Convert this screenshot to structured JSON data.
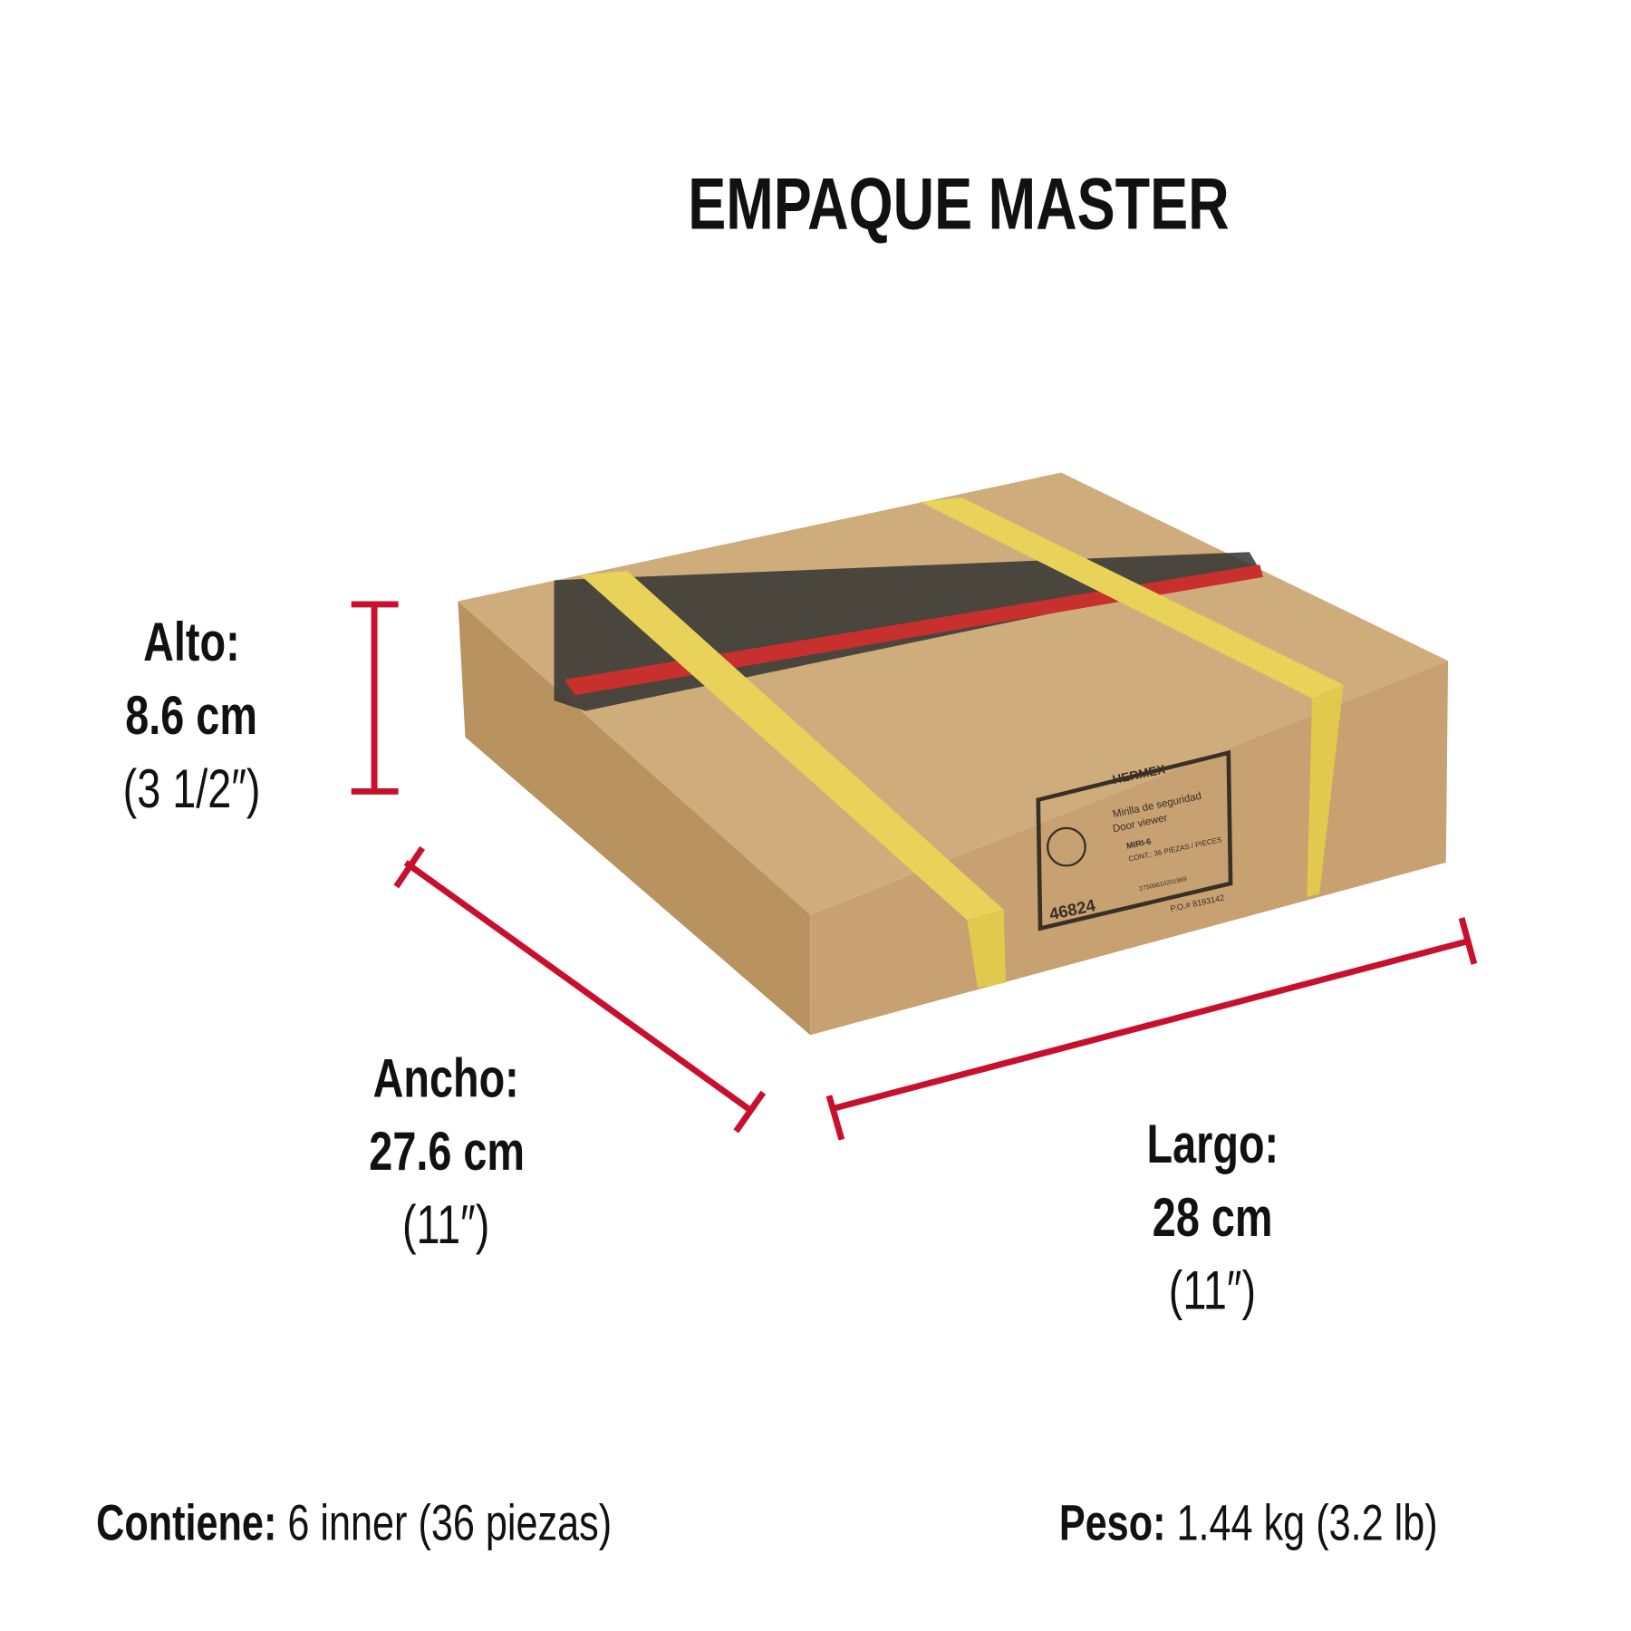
{
  "title": "EMPAQUE MASTER",
  "dimensions": {
    "alto": {
      "label": "Alto:",
      "metric": "8.6 cm",
      "imperial": "(3 1/2″)"
    },
    "ancho": {
      "label": "Ancho:",
      "metric": "27.6 cm",
      "imperial": "(11″)"
    },
    "largo": {
      "label": "Largo:",
      "metric": "28 cm",
      "imperial": "(11″)"
    }
  },
  "footer": {
    "contiene_label": "Contiene:",
    "contiene_value": "6 inner (36 piezas)",
    "peso_label": "Peso:",
    "peso_value": "1.44 kg (3.2 lb)"
  },
  "box_label": {
    "brand": "HERMEX",
    "product_es": "Mirilla de seguridad",
    "product_en": "Door viewer",
    "clave": "MIRI-6",
    "contents": "CONT.: 36 PIEZAS / PIECES",
    "barcode": "27506610201969",
    "po": "P.O.# 8193142",
    "codigo": "46824"
  },
  "colors": {
    "accent": "#c8102e",
    "box": "#c9a678",
    "strap": "#e8d25a"
  }
}
